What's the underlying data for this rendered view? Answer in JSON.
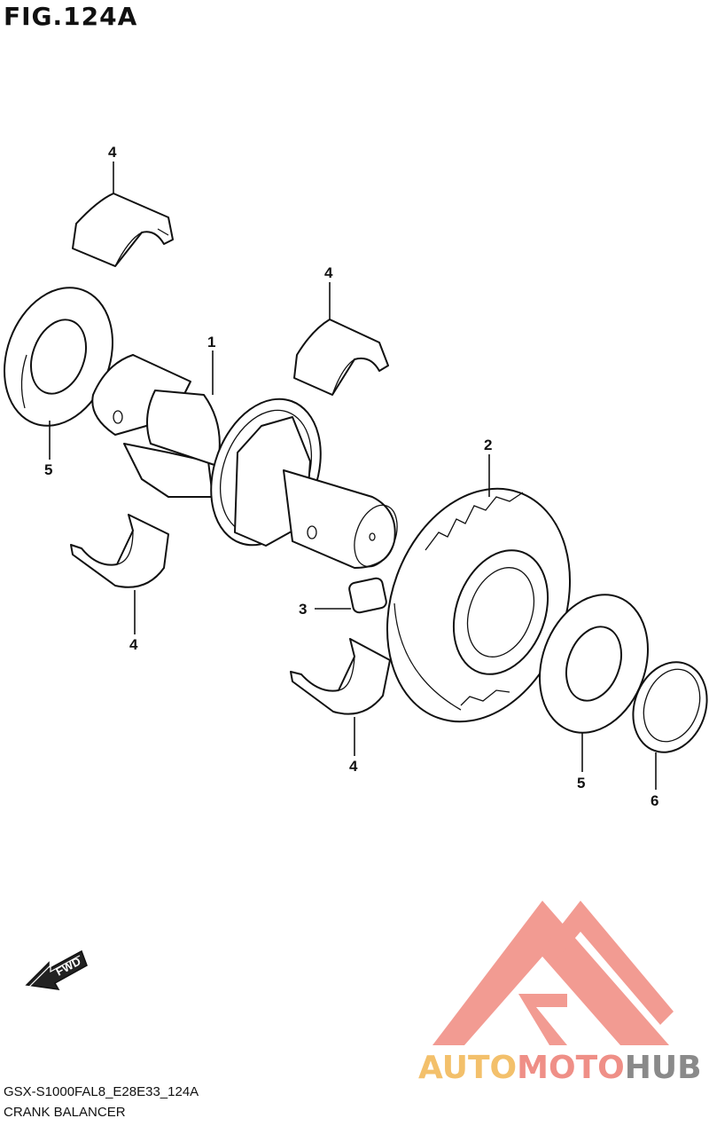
{
  "figure": {
    "title": "FIG.124A"
  },
  "callouts": {
    "part_1": "1",
    "part_2": "2",
    "part_3": "3",
    "part_4_top": "4",
    "part_4_upper_mid": "4",
    "part_4_left_low": "4",
    "part_4_bottom": "4",
    "part_5_left": "5",
    "part_5_right": "5",
    "part_6": "6"
  },
  "fwd_arrow": {
    "label": "FWD"
  },
  "footer": {
    "model_code": "GSX-S1000FAL8_E28E33_124A",
    "section_name": "CRANK BALANCER"
  },
  "watermark": {
    "brand_auto": "AUTO",
    "brand_moto": "MOTO",
    "brand_hub": "HUB",
    "colors": {
      "auto": "#f3c06b",
      "moto": "#ef8f87",
      "hub": "#8a8a8a",
      "logo": "#f08a80"
    }
  }
}
